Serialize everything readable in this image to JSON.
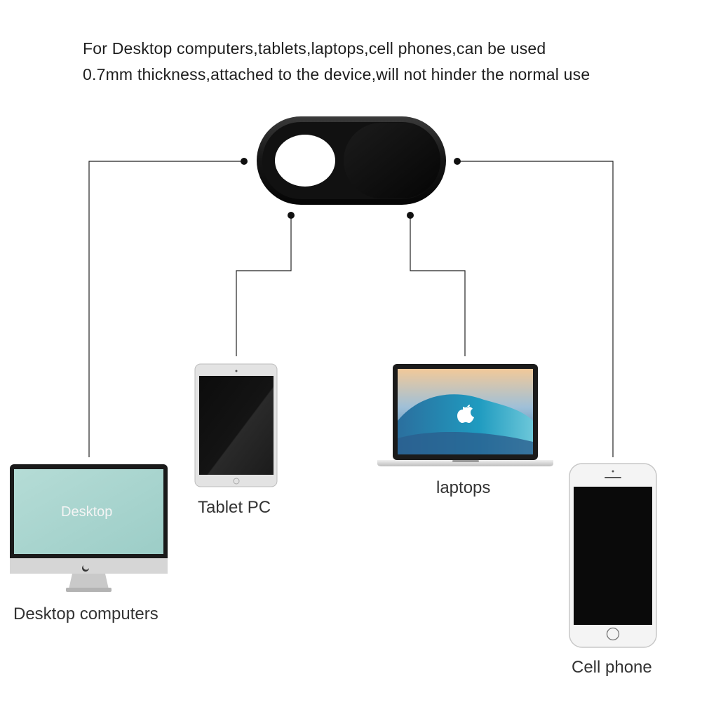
{
  "header": {
    "line1": "For Desktop computers,tablets,laptops,cell phones,can be used",
    "line2": "0.7mm thickness,attached to the device,will not hinder the normal use"
  },
  "devices": {
    "desktop": {
      "label": "Desktop computers",
      "screen_text": "Desktop"
    },
    "tablet": {
      "label": "Tablet PC"
    },
    "laptop": {
      "label": "laptops"
    },
    "phone": {
      "label": "Cell phone"
    }
  },
  "colors": {
    "cover_body": "#141414",
    "cover_slider": "#0b0b0b",
    "connector": "#222222",
    "desktop_screen": "#a9d4cf",
    "device_silver": "#d9d9d9",
    "phone_screen": "#0a0a0a"
  }
}
